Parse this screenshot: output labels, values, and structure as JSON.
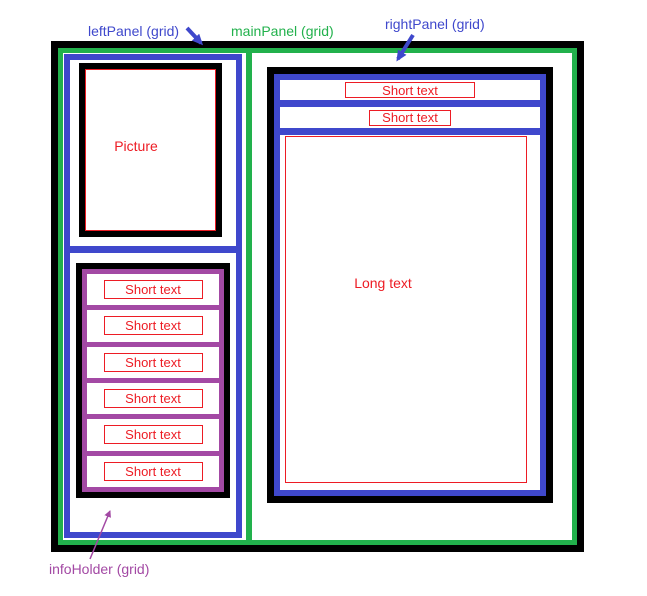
{
  "colors": {
    "panel_blue": "#3F48CC",
    "panel_green": "#22B14C",
    "text_red": "#ED1C24",
    "holder_purple": "#A349A4",
    "frame_black": "#000000"
  },
  "annotations": {
    "left_panel_label": "leftPanel (grid)",
    "main_panel_label": "mainPanel (grid)",
    "right_panel_label": "rightPanel (grid)",
    "info_holder_label": "infoHolder (grid)"
  },
  "left_panel": {
    "picture_label": "Picture",
    "info_holder_items": [
      "Short text",
      "Short text",
      "Short text",
      "Short text",
      "Short text",
      "Short text"
    ]
  },
  "right_panel": {
    "header_items": [
      "Short text",
      "Short text"
    ],
    "long_text_label": "Long text"
  }
}
